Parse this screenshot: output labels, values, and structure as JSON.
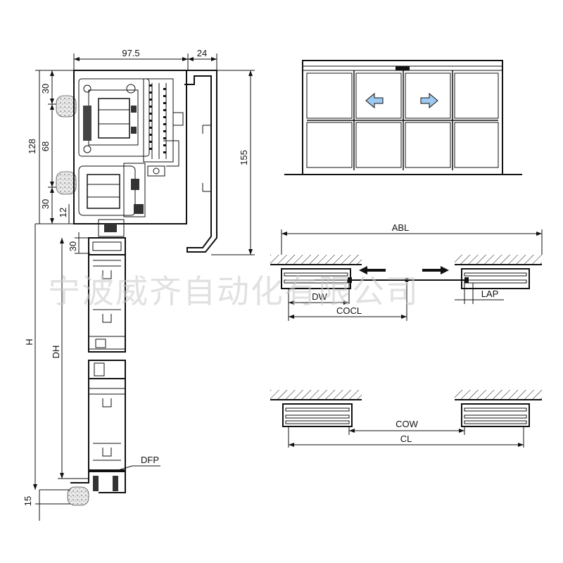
{
  "section_dims": {
    "top_width": "97.5",
    "top_side": "24",
    "left_128": "128",
    "left_30a": "30",
    "left_68": "68",
    "left_30b": "30",
    "left_12": "12",
    "right_155": "155",
    "below_30": "30",
    "H": "H",
    "DH": "DH",
    "DFP": "DFP",
    "bottom_15": "15"
  },
  "plan_top": {
    "ABL": "ABL",
    "DW": "DW",
    "COCL": "COCL",
    "LAP": "LAP"
  },
  "plan_bottom": {
    "COW": "COW",
    "CL": "CL"
  },
  "watermark": "宁波威齐自动化有限公司",
  "colors": {
    "line": "#111111",
    "arrow_fill": "#9ec9f0",
    "watermark": "#c9c9c9"
  }
}
